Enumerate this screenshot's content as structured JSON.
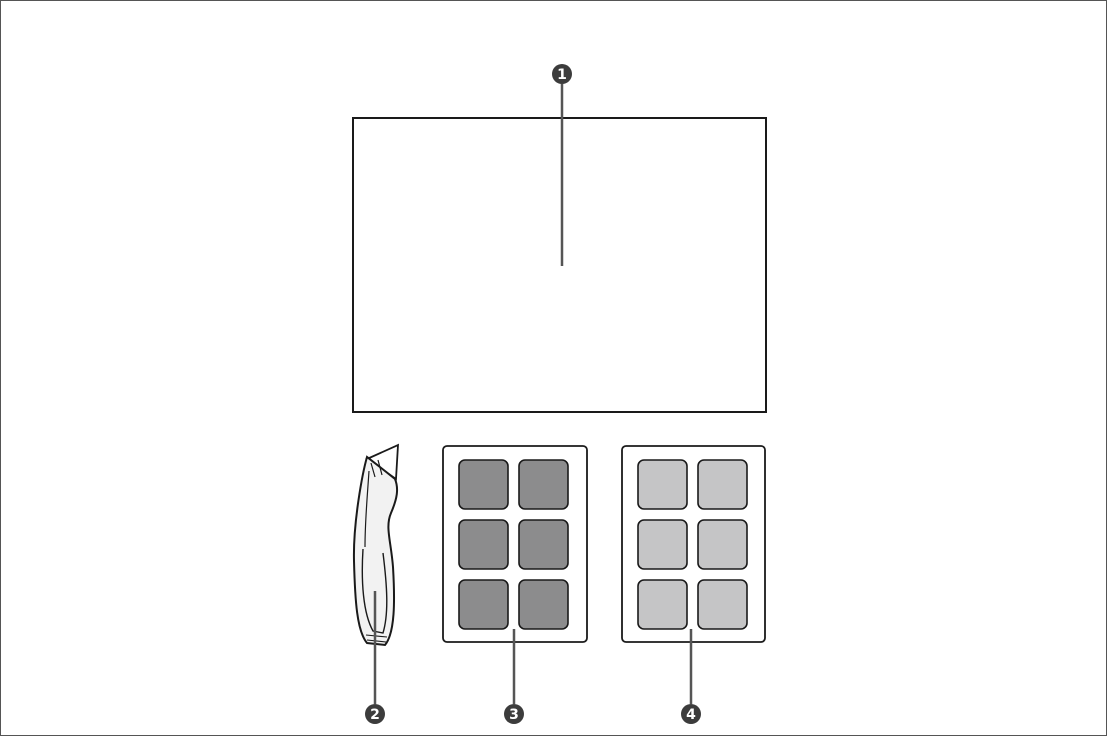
{
  "callouts": {
    "c1": "1",
    "c2": "2",
    "c3": "3",
    "c4": "4"
  },
  "colors": {
    "outline": "#1a1a1a",
    "leader_line": "#555555",
    "callout_badge": "#3c3c3c",
    "pad_dark": "#8c8c8d",
    "pad_light": "#c5c5c6",
    "knife_fill": "#f2f2f2"
  },
  "pad_sheets": {
    "dark_count": 6,
    "light_count": 6
  }
}
